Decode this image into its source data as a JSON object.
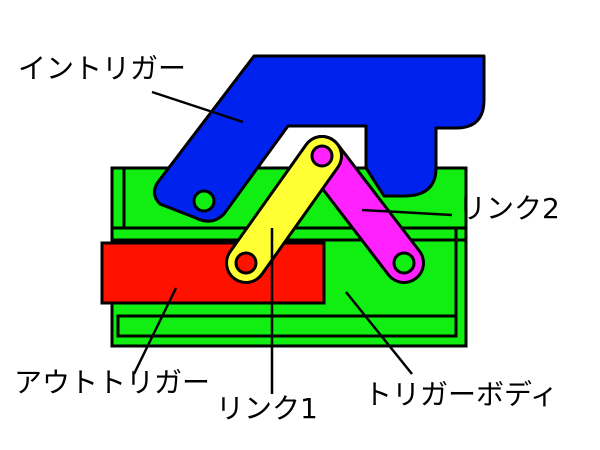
{
  "labels": {
    "in_trigger": "イントリガー",
    "link2": "リンク2",
    "out_trigger": "アウトトリガー",
    "link1": "リンク1",
    "trigger_body": "トリガーボディ"
  },
  "colors": {
    "in_trigger": "#0022ee",
    "link1": "#ffff33",
    "link2": "#ff22ff",
    "out_trigger": "#ff1100",
    "trigger_body": "#11ee11",
    "pin": "#11ee11",
    "link1_pin": "#ff1100",
    "outline": "#000000"
  }
}
